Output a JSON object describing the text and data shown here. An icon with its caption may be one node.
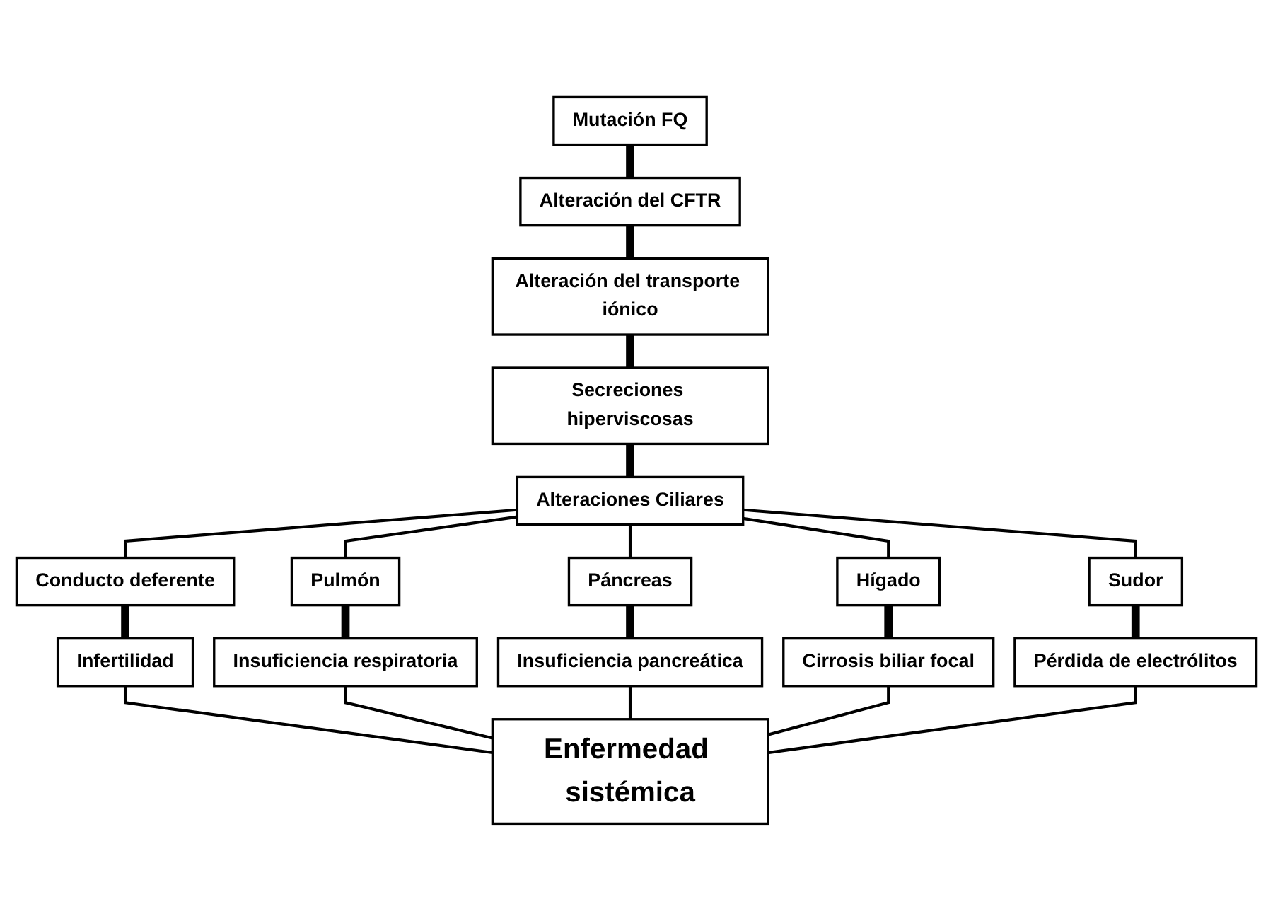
{
  "diagram": {
    "nodes": [
      {
        "text": [
          "Mutación FQ"
        ]
      },
      {
        "text": [
          "Alteración del CFTR"
        ]
      },
      {
        "text": [
          "Alteración del transporte iónico"
        ]
      },
      {
        "text": [
          "Secreciones hiperviscosas"
        ]
      },
      {
        "text": [
          "Alteraciones Ciliares"
        ]
      },
      {
        "text": [
          "Conducto deferente"
        ]
      },
      {
        "text": [
          "Pulmón"
        ]
      },
      {
        "text": [
          "Páncreas"
        ]
      },
      {
        "text": [
          "Hígado"
        ]
      },
      {
        "text": [
          "Sudor"
        ]
      },
      {
        "text": [
          "Infertilidad"
        ]
      },
      {
        "text": [
          "Insuficiencia respiratoria"
        ]
      },
      {
        "text": [
          "Insuficiencia pancreática"
        ]
      },
      {
        "text": [
          "Cirrosis biliar focal"
        ]
      },
      {
        "text": [
          "Pérdida de electrólitos"
        ]
      },
      {
        "text": [
          "Enfermedad sistémica"
        ]
      }
    ],
    "edges": [
      {
        "from": 0,
        "to": 1,
        "arrow": "none",
        "style": "thick"
      },
      {
        "from": 1,
        "to": 2,
        "arrow": "none",
        "style": "thick"
      },
      {
        "from": 2,
        "to": 3,
        "arrow": "none",
        "style": "thick"
      },
      {
        "from": 3,
        "to": 4,
        "arrow": "none",
        "style": "thick"
      },
      {
        "from": 4,
        "to": 5,
        "arrow": "none"
      },
      {
        "from": 4,
        "to": 6,
        "arrow": "none"
      },
      {
        "from": 4,
        "to": 7,
        "arrow": "none"
      },
      {
        "from": 4,
        "to": 8,
        "arrow": "none"
      },
      {
        "from": 4,
        "to": 9,
        "arrow": "none"
      },
      {
        "from": 5,
        "to": 10,
        "arrow": "none",
        "style": "thick"
      },
      {
        "from": 6,
        "to": 11,
        "arrow": "none",
        "style": "thick"
      },
      {
        "from": 7,
        "to": 12,
        "arrow": "none",
        "style": "thick"
      },
      {
        "from": 8,
        "to": 13,
        "arrow": "none",
        "style": "thick"
      },
      {
        "from": 9,
        "to": 14,
        "arrow": "none",
        "style": "thick"
      },
      {
        "from": 10,
        "to": 15,
        "arrow": "none"
      },
      {
        "from": 11,
        "to": 15,
        "arrow": "none"
      },
      {
        "from": 12,
        "to": 15,
        "arrow": "none"
      },
      {
        "from": 13,
        "to": 15,
        "arrow": "none"
      },
      {
        "from": 14,
        "to": 15,
        "arrow": "none"
      }
    ]
  }
}
